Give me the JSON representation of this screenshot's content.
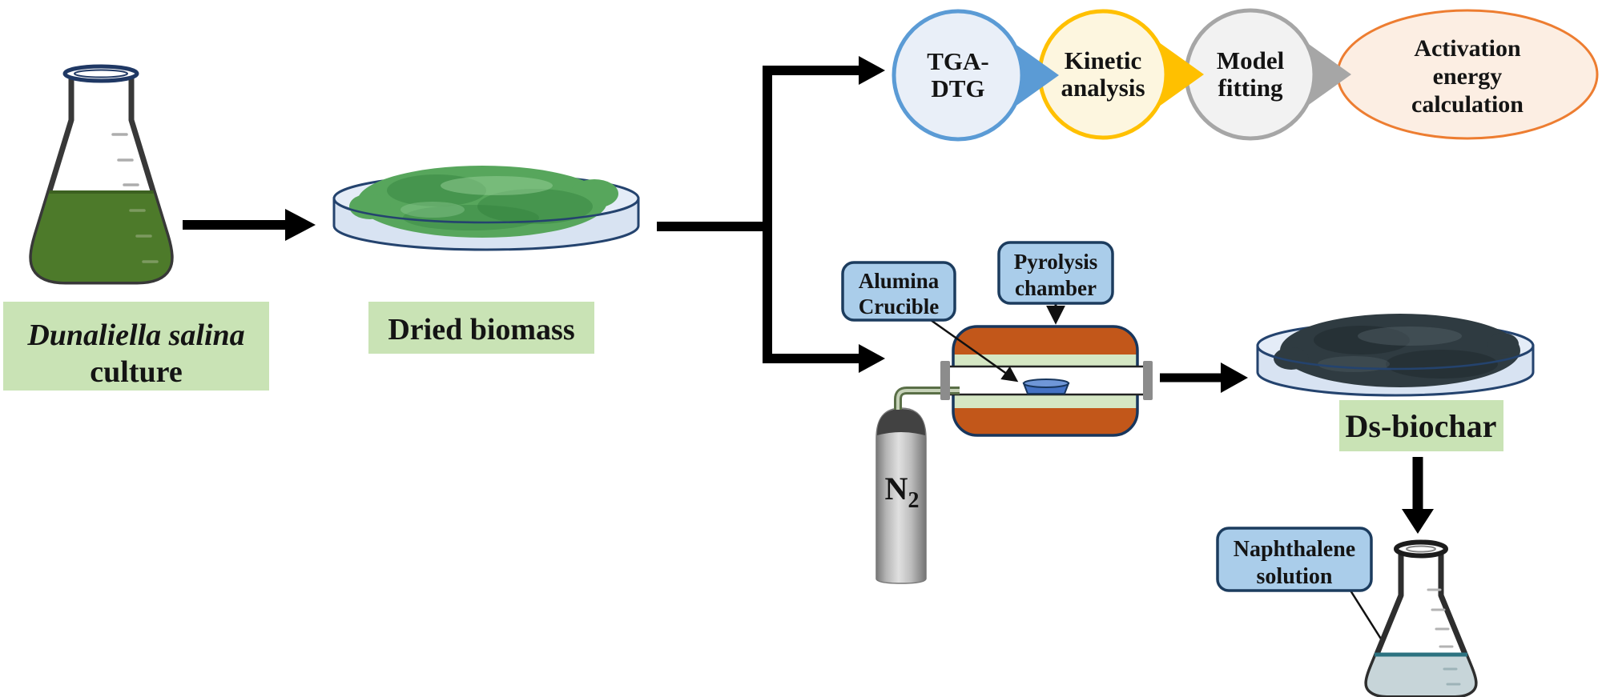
{
  "culture": {
    "label_line1": "Dunaliella salina",
    "label_line2": "culture"
  },
  "dried_biomass": {
    "label": "Dried biomass"
  },
  "process_steps": [
    {
      "label_line1": "TGA-",
      "label_line2": "DTG",
      "border": "#5B9BD5",
      "fill": "#E9EFF8"
    },
    {
      "label_line1": "Kinetic",
      "label_line2": "analysis",
      "border": "#FFC000",
      "fill": "#FDF6DF"
    },
    {
      "label_line1": "Model",
      "label_line2": "fitting",
      "border": "#A6A6A6",
      "fill": "#F2F2F2"
    },
    {
      "label_line1": "Activation",
      "label_line2": "energy",
      "label_line3": "calculation",
      "border": "#ED7D31",
      "fill": "#FCEEE3"
    }
  ],
  "pyrolysis": {
    "alumina_line1": "Alumina",
    "alumina_line2": "Crucible",
    "chamber_line1": "Pyrolysis",
    "chamber_line2": "chamber",
    "gas": "N",
    "gas_sub": "2"
  },
  "biochar": {
    "label": "Ds-biochar"
  },
  "naphthalene": {
    "label_line1": "Naphthalene",
    "label_line2": "solution"
  },
  "colors": {
    "label_green": "#C9E3B5",
    "callout_blue": "#AACDEA",
    "callout_border": "#1C3C5E",
    "chamber_orange": "#C2571A",
    "chamber_green": "#D5E7C4",
    "chamber_border": "#17365D",
    "crucible_blue": "#4472C4",
    "culture_green": "#4D7A2A",
    "biomass_green": "#57A65C",
    "biochar_dark": "#2F3B41",
    "dish_fill": "#D8E3F2",
    "dish_top_fill": "#E4ECF7",
    "dish_border": "#24436E",
    "solution_fill": "#C7D5D9",
    "solution_line": "#2C7280",
    "arrow": "#000000"
  }
}
